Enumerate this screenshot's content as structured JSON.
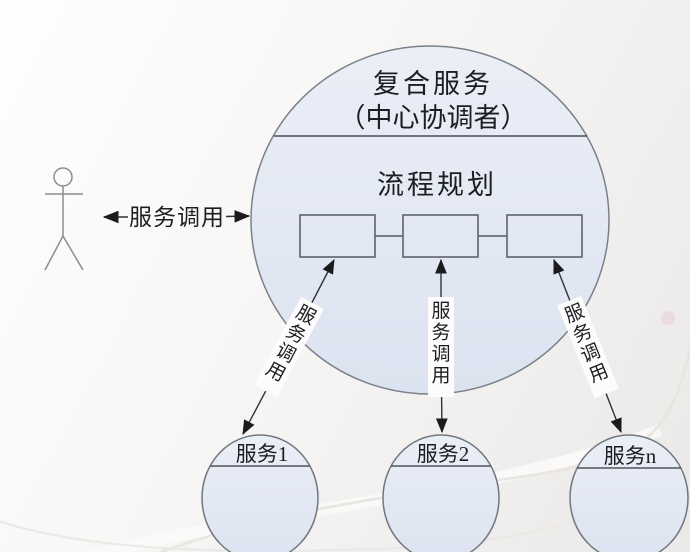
{
  "composite_service": {
    "title": "复合服务",
    "subtitle": "（中心协调者）",
    "process_label": "流程规划"
  },
  "connections": {
    "actor_call_label": "服务调用",
    "service_call_labels": [
      "服务调用",
      "服务调用",
      "服务调用"
    ]
  },
  "services": [
    {
      "label": "服务1"
    },
    {
      "label": "服务2"
    },
    {
      "label": "服务n"
    }
  ],
  "icons": {
    "actor": "stick-figure-person",
    "arrows": "double-headed-arrow"
  },
  "colors": {
    "node_fill": "#e3eaf4",
    "node_border": "#787d86",
    "connector": "#35383d",
    "text": "#1d1e21",
    "label_bg": "#fcfcfc"
  }
}
